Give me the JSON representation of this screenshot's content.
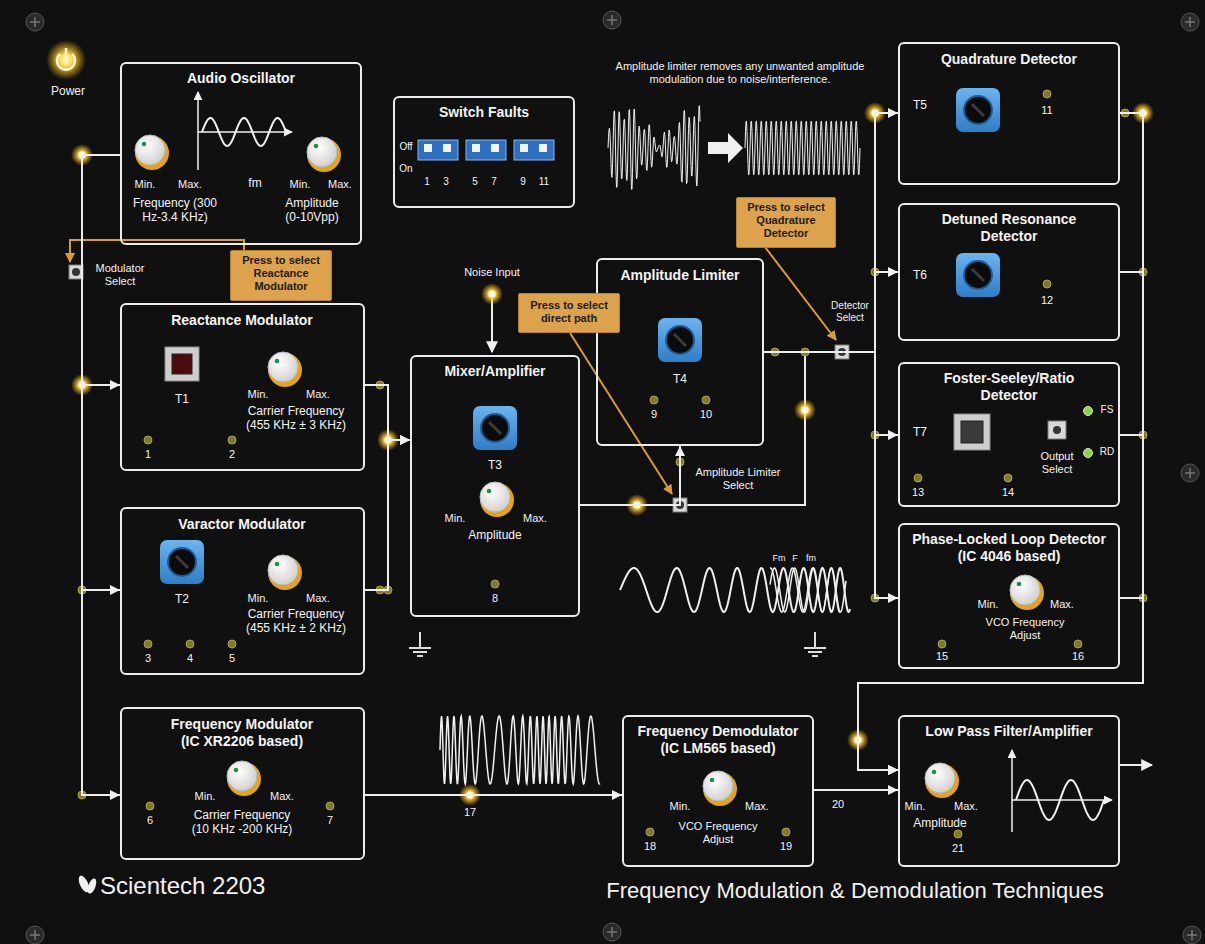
{
  "diagram": {
    "title": "Frequency Modulation & Demodulation Techniques",
    "nodes": [
      {
        "text": [
          "Audio Oscillator",
          "Min.",
          "Max.",
          "fm",
          "Min.",
          "Max.",
          "Frequency (300 Hz-3.4 KHz)",
          "Amplitude (0-10Vpp)"
        ]
      },
      {
        "text": [
          "Switch Faults",
          "Off",
          "On",
          "1",
          "3",
          "5",
          "7",
          "9",
          "11"
        ]
      },
      {
        "text": [
          "Reactance Modulator",
          "T1",
          "Min.",
          "Max.",
          "Carrier Frequency (455 KHz ± 3 KHz)",
          "1",
          "2"
        ]
      },
      {
        "text": [
          "Varactor Modulator",
          "T2",
          "Min.",
          "Max.",
          "Carrier Frequency (455 KHz ± 2 KHz)",
          "3",
          "4",
          "5"
        ]
      },
      {
        "text": [
          "Mixer/Amplifier",
          "T3",
          "Min.",
          "Max.",
          "Amplitude",
          "8"
        ]
      },
      {
        "text": [
          "Amplitude Limiter",
          "T4",
          "9",
          "10"
        ]
      },
      {
        "text": [
          "Quadrature Detector",
          "T5",
          "11"
        ]
      },
      {
        "text": [
          "Detuned Resonance Detector",
          "T6",
          "12"
        ]
      },
      {
        "text": [
          "Foster-Seeley/Ratio Detector",
          "T7",
          "Output Select",
          "FS",
          "RD",
          "13",
          "14"
        ]
      },
      {
        "text": [
          "Phase-Locked Loop Detector (IC 4046 based)",
          "Min.",
          "Max.",
          "VCO Frequency Adjust",
          "15",
          "16"
        ]
      },
      {
        "text": [
          "Frequency Modulator (IC XR2206 based)",
          "Min.",
          "Max.",
          "Carrier Frequency (10 KHz -200 KHz)",
          "6",
          "7"
        ]
      },
      {
        "text": [
          "Frequency Demodulator (IC LM565 based)",
          "Min.",
          "Max.",
          "VCO Frequency Adjust",
          "18",
          "19"
        ]
      },
      {
        "text": [
          "Low Pass Filter/Amplifier",
          "Min.",
          "Max.",
          "Amplitude",
          "21"
        ]
      },
      {
        "text": [
          "Press to select Reactance Modulator"
        ]
      },
      {
        "text": [
          "Press to select direct path"
        ]
      },
      {
        "text": [
          "Press to select Quadrature Detector"
        ]
      }
    ],
    "edges": [
      {
        "from": 0,
        "to": 2,
        "arrow": "to"
      },
      {
        "from": 0,
        "to": 3,
        "arrow": "to"
      },
      {
        "from": 0,
        "to": 10,
        "arrow": "to"
      },
      {
        "from": 2,
        "to": 4,
        "arrow": "to"
      },
      {
        "from": 3,
        "to": 4,
        "arrow": "to"
      },
      {
        "from": 4,
        "to": 5,
        "arrow": "to"
      },
      {
        "from": 5,
        "to": 6,
        "arrow": "to"
      },
      {
        "from": 5,
        "to": 7,
        "arrow": "to"
      },
      {
        "from": 5,
        "to": 8,
        "arrow": "to"
      },
      {
        "from": 5,
        "to": 9,
        "arrow": "to"
      },
      {
        "from": 6,
        "to": 12,
        "arrow": "to"
      },
      {
        "from": 7,
        "to": 12,
        "arrow": "to"
      },
      {
        "from": 8,
        "to": 12,
        "arrow": "to"
      },
      {
        "from": 9,
        "to": 12,
        "arrow": "to"
      },
      {
        "from": 10,
        "to": 11,
        "arrow": "to"
      },
      {
        "from": 11,
        "to": 12,
        "arrow": "to"
      }
    ],
    "labels": [
      "Power",
      "Modulator Select",
      "Noise Input",
      "Amplitude limiter removes any unwanted amplitude modulation due to noise/interference.",
      "Amplitude Limiter Select",
      "Detector Select",
      "Fm",
      "F",
      "fm",
      "17",
      "20",
      "Scientech 2203"
    ]
  }
}
